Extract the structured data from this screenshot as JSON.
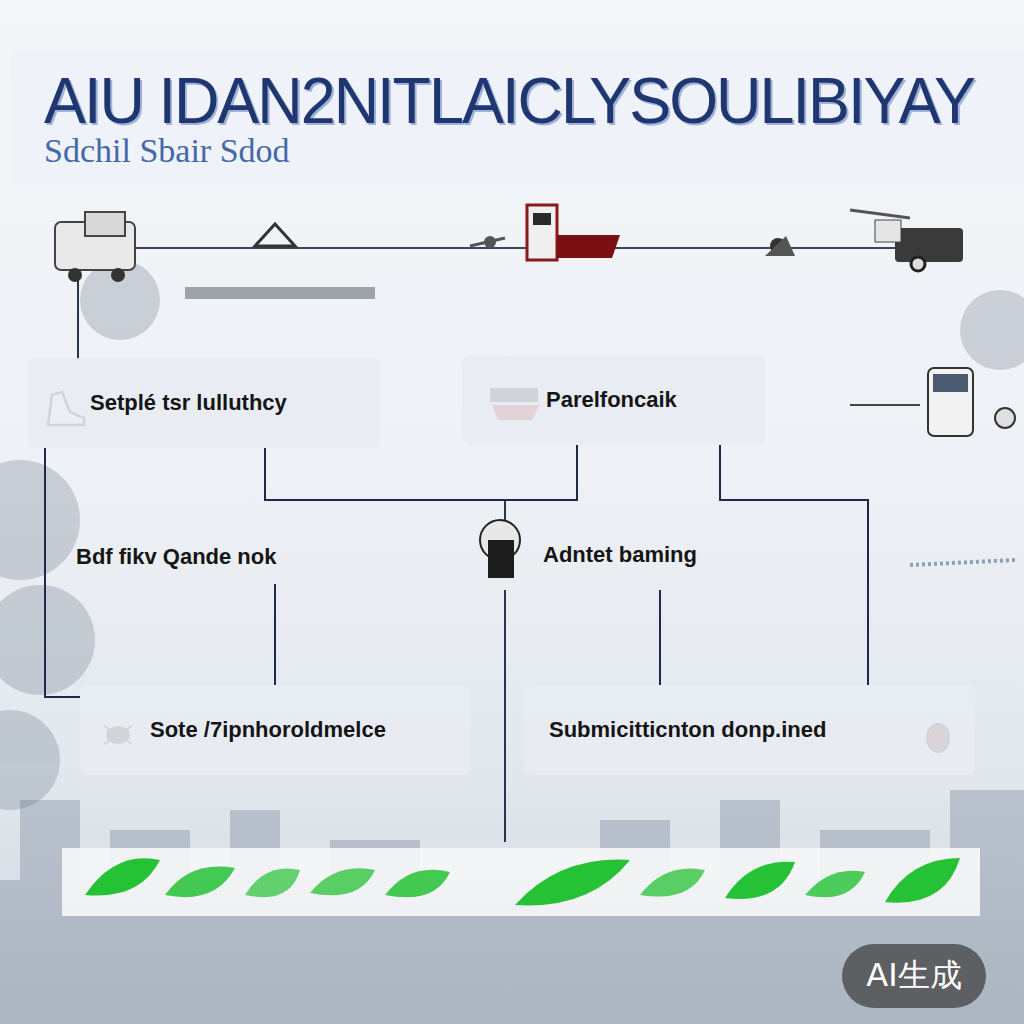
{
  "diagram": {
    "title": "AIU IDAN2NITLAICLYSOULIBIYAY",
    "nodes": [
      {
        "text": [
          "Setplé tsr lulluthcy"
        ]
      },
      {
        "text": [
          "Parelfoncaik"
        ]
      },
      {
        "text": [
          "Bdf fikv Qande nok"
        ]
      },
      {
        "text": [
          "Adntet baming"
        ]
      },
      {
        "text": [
          "Sote /7ipnhoroldmelce"
        ]
      },
      {
        "text": [
          "Submicitticnton donp.ined"
        ]
      }
    ],
    "edges": [
      {
        "from": 0,
        "to": 4,
        "arrow": "none"
      },
      {
        "from": 0,
        "to": 1,
        "arrow": "none"
      },
      {
        "from": 1,
        "to": 5,
        "arrow": "none"
      },
      {
        "from": 2,
        "to": 4,
        "arrow": "none"
      },
      {
        "from": 3,
        "to": 5,
        "arrow": "none"
      }
    ],
    "labels": [
      "Sdchil Sbair Sdod",
      "AI生成"
    ]
  }
}
